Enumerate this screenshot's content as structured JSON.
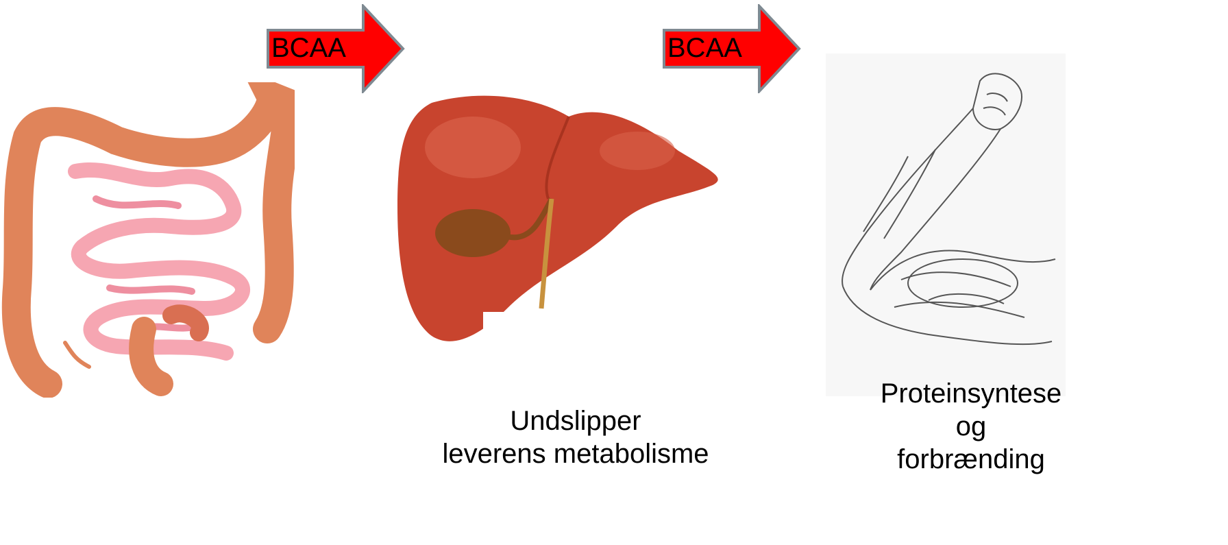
{
  "arrows": [
    {
      "label": "BCAA",
      "fill": "#ff0000",
      "stroke": "#7f8a92"
    },
    {
      "label": "BCAA",
      "fill": "#ff0000",
      "stroke": "#7f8a92"
    }
  ],
  "captions": {
    "liver": [
      "Undslipper",
      "leverens metabolisme"
    ],
    "muscle": [
      "Proteinsyntese",
      "og",
      "forbrænding"
    ]
  },
  "colors": {
    "intestine_large": "#e0845a",
    "intestine_small": "#f6a6b2",
    "liver": "#c8442e",
    "gallbladder": "#8a4a1c",
    "sketch": "#555555"
  }
}
